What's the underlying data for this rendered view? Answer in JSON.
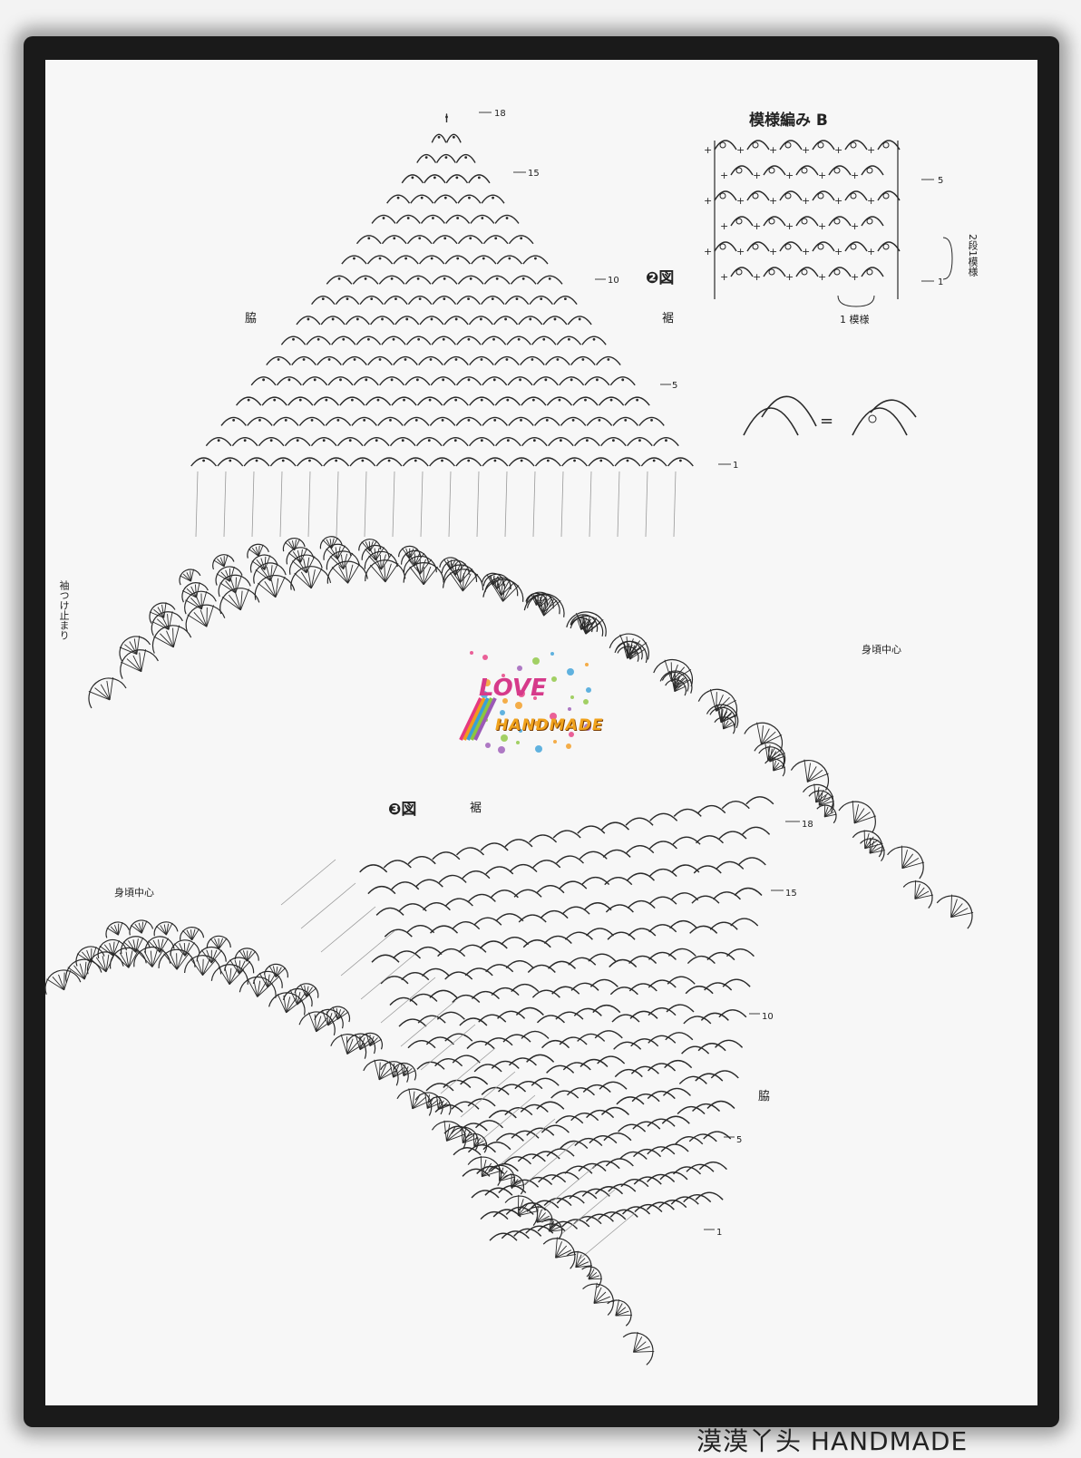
{
  "pattern_b_title": "模様編み B",
  "diagram2_label": "❷図",
  "diagram3_label": "❸図",
  "labels": {
    "waki": "脇",
    "suso": "裾",
    "body_center": "身頃中心",
    "sleeve_note": "袖つけ止まり",
    "one_repeat": "1 模様",
    "rows_repeat": "2段1模様"
  },
  "row_numbers": {
    "d2": [
      "18",
      "15",
      "10",
      "5",
      "1"
    ],
    "d3": [
      "18",
      "15",
      "10",
      "5",
      "1"
    ],
    "pb": [
      "5",
      "1"
    ]
  },
  "watermark": {
    "word": "LOVE",
    "sub": "HANDMADE"
  },
  "footer": "漠漠丫头 HANDMADE",
  "colors": {
    "ink": "#2a2a2a",
    "frame": "#1a1a1a",
    "paper": "#f7f7f7"
  }
}
